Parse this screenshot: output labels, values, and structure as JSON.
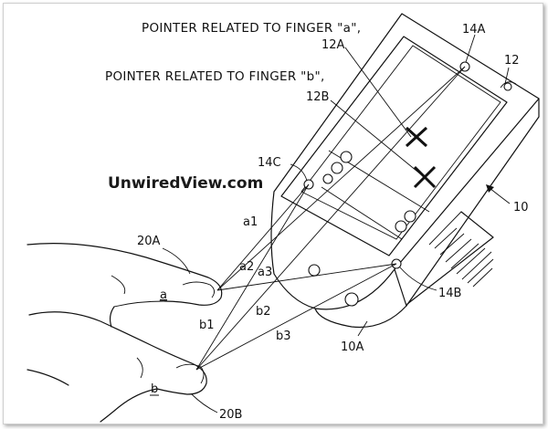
{
  "captions": {
    "finger_a": "POINTER RELATED TO FINGER \"a\",",
    "finger_b": "POINTER RELATED TO FINGER \"b\","
  },
  "watermark": "UnwiredView.com",
  "labels": {
    "screen": "12",
    "pointer_a": "12A",
    "pointer_b": "12B",
    "sensor_top": "14A",
    "sensor_left": "14C",
    "sensor_right": "14B",
    "device": "10",
    "device_base": "10A",
    "hand_upper": "20A",
    "hand_lower": "20B",
    "finger_a": "a",
    "finger_b": "b",
    "ray_a1": "a1",
    "ray_a2": "a2",
    "ray_a3": "a3",
    "ray_b1": "b1",
    "ray_b2": "b2",
    "ray_b3": "b3"
  },
  "colors": {
    "ink": "#111111",
    "background": "#ffffff"
  }
}
